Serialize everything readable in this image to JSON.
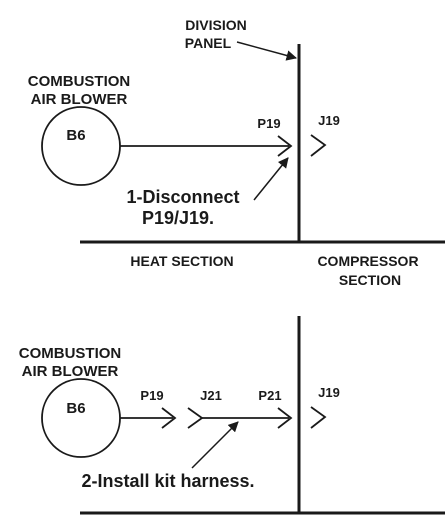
{
  "top": {
    "division_panel": [
      "DIVISION",
      "PANEL"
    ],
    "blower_label": [
      "COMBUSTION",
      "AIR BLOWER"
    ],
    "blower_id": "B6",
    "plug": "P19",
    "jack": "J19",
    "step": [
      "1-Disconnect",
      "P19/J19."
    ],
    "heat_section": "HEAT SECTION",
    "compressor_section": [
      "COMPRESSOR",
      "SECTION"
    ]
  },
  "bottom": {
    "blower_label": [
      "COMBUSTION",
      "AIR BLOWER"
    ],
    "blower_id": "B6",
    "plug_left": "P19",
    "jack_mid": "J21",
    "plug_right": "P21",
    "jack": "J19",
    "step": "2-Install kit harness."
  }
}
